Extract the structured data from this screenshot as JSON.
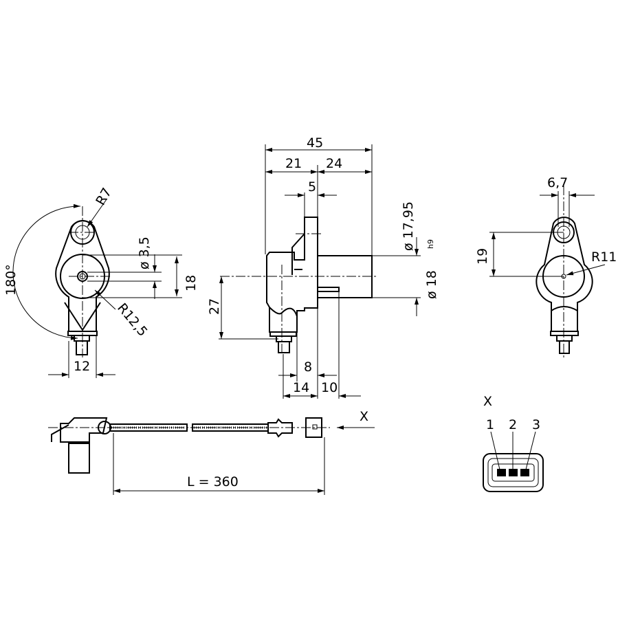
{
  "left_view": {
    "r7": "R7",
    "dia_hole": "ø 3,5",
    "height": "18",
    "angle": "180°",
    "r12_5": "R12,5",
    "width": "12"
  },
  "side_view": {
    "total": "45",
    "left": "21",
    "right": "24",
    "flange": "5",
    "dia_1795": "ø 17,95",
    "dia_18": "ø 18",
    "tol": "h9",
    "height": "27",
    "d8": "8",
    "d14": "14",
    "d10": "10"
  },
  "right_view": {
    "hole_offset": "6,7",
    "height": "19",
    "radius": "R11"
  },
  "cable_view": {
    "view_label": "X",
    "length": "L = 360"
  },
  "connector_view": {
    "title": "X",
    "pins": [
      "1",
      "2",
      "3"
    ]
  },
  "colors": {
    "line": "#000000",
    "background": "#ffffff"
  }
}
